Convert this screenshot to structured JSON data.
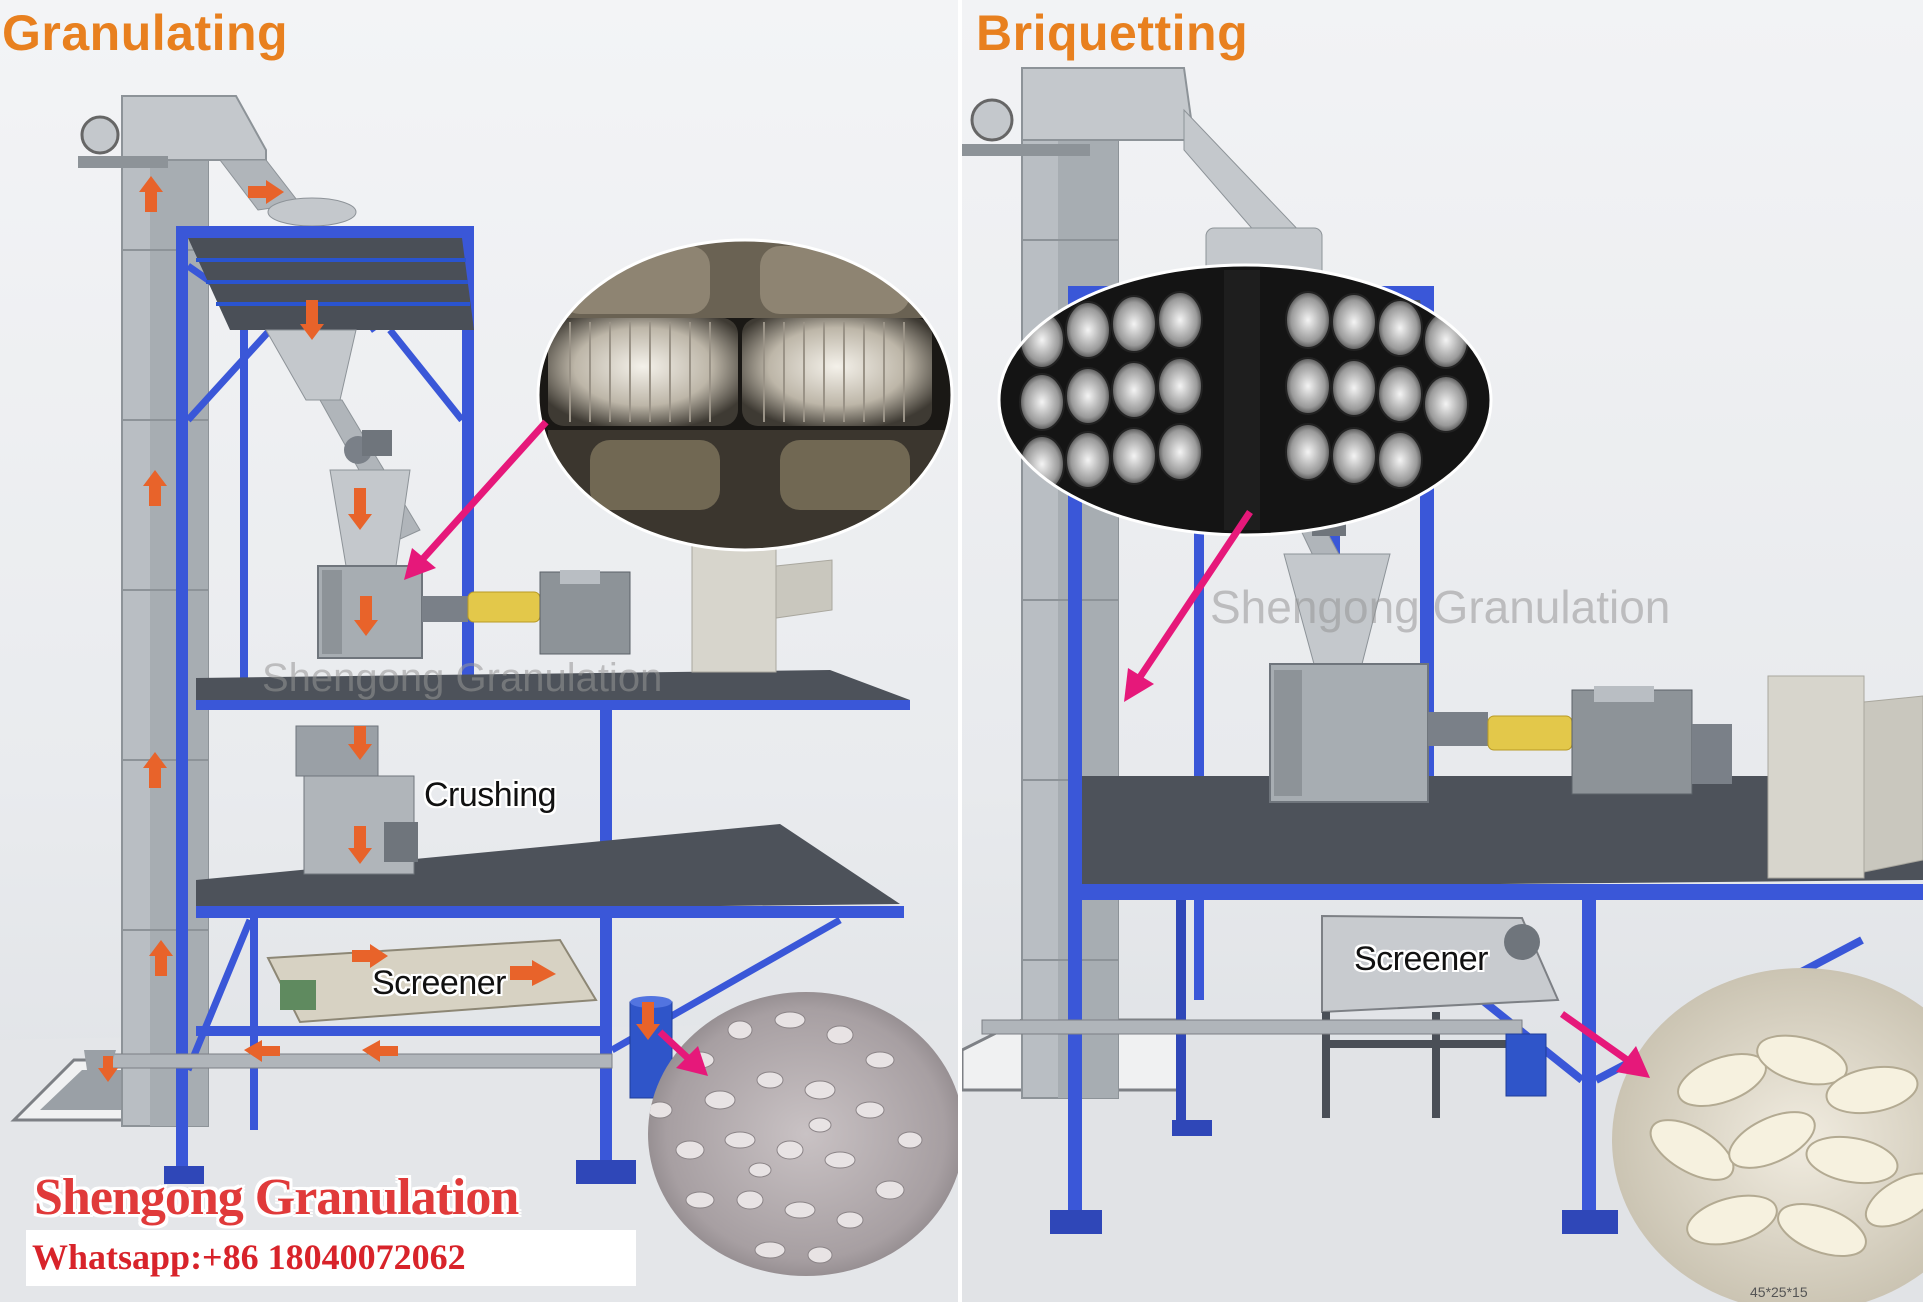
{
  "sections": {
    "left": {
      "title": "Granulating",
      "watermark": "Shengong Granulation",
      "labels": {
        "crushing": "Crushing",
        "screener": "Screener"
      }
    },
    "right": {
      "title": "Briquetting",
      "watermark": "Shengong Granulation",
      "labels": {
        "screener": "Screener"
      },
      "size_tag": "45*25*15"
    }
  },
  "brand": {
    "name": "Shengong Granulation",
    "contact": "Whatsapp:+86 18040072062"
  },
  "colors": {
    "frame_blue": "#3a57d8",
    "elevator_gray": "#b9bec3",
    "title_orange": "#e8801f",
    "flow_arrow": "#e8632a",
    "callout_arrow": "#e6187a",
    "brand_red": "#e03a3a"
  },
  "icons": [
    "flow-arrow",
    "callout-arrow",
    "motor",
    "roller-press",
    "screener",
    "granules-photo",
    "briquettes-photo"
  ]
}
